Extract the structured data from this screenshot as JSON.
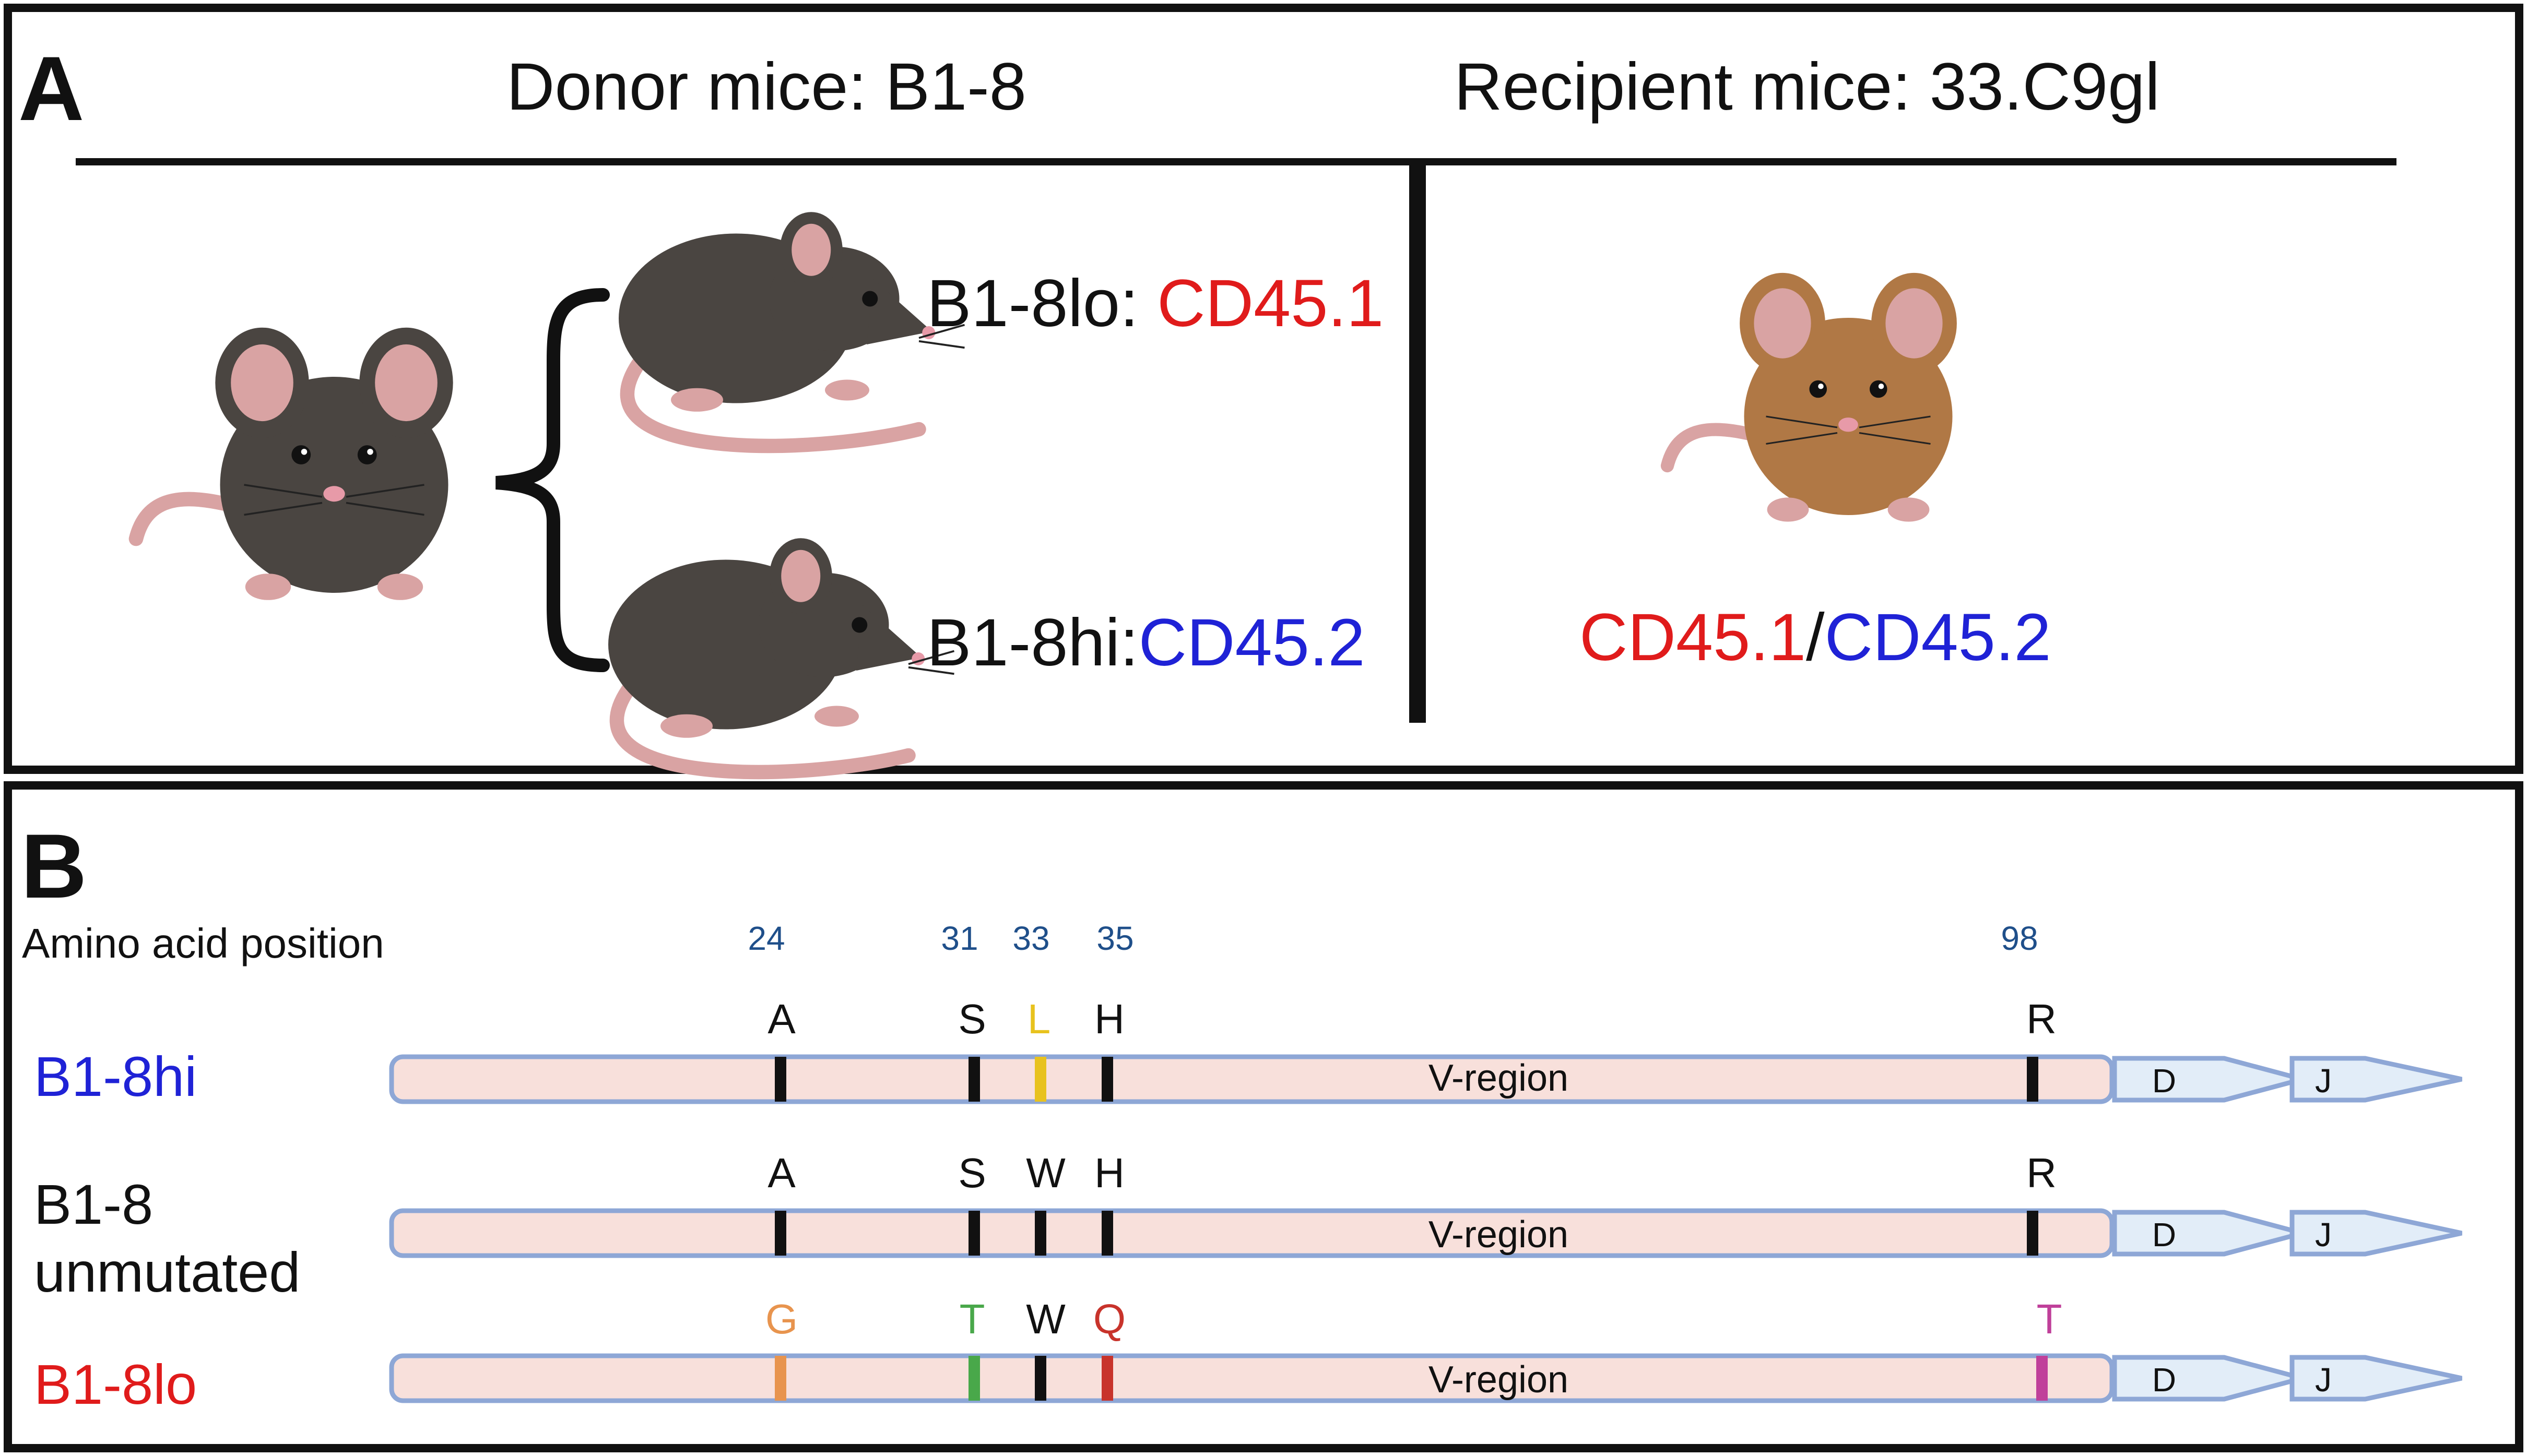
{
  "panel_a": {
    "label": "A",
    "donor_title": "Donor mice: B1-8",
    "recipient_title": "Recipient mice: 33.C9gl",
    "lo_prefix": "B1-8lo: ",
    "lo_marker": "CD45.1",
    "hi_prefix": "B1-8hi:",
    "hi_marker": "CD45.2",
    "recipient_marker_1": "CD45.1",
    "recipient_sep": "/",
    "recipient_marker_2": "CD45.2"
  },
  "panel_b": {
    "label": "B",
    "position_header": "Amino acid position",
    "positions": [
      "24",
      "31",
      "33",
      "35",
      "98"
    ],
    "rows": [
      {
        "name": "B1-8hi",
        "name_lines": [
          "B1-8hi"
        ],
        "name_color": "#1f22d6",
        "residues": [
          "A",
          "S",
          "L",
          "H",
          "R"
        ],
        "residue_colors": [
          "#111111",
          "#111111",
          "#e8c21e",
          "#111111",
          "#111111"
        ],
        "region_label": "V-region",
        "d_label": "D",
        "j_label": "J"
      },
      {
        "name": "B1-8 unmutated",
        "name_lines": [
          "B1-8",
          "unmutated"
        ],
        "name_color": "#111111",
        "residues": [
          "A",
          "S",
          "W",
          "H",
          "R"
        ],
        "residue_colors": [
          "#111111",
          "#111111",
          "#111111",
          "#111111",
          "#111111"
        ],
        "region_label": "V-region",
        "d_label": "D",
        "j_label": "J"
      },
      {
        "name": "B1-8lo",
        "name_lines": [
          "B1-8lo"
        ],
        "name_color": "#e01b1b",
        "residues": [
          "G",
          "T",
          "W",
          "Q",
          "T"
        ],
        "residue_colors": [
          "#e8944e",
          "#49a84a",
          "#111111",
          "#c8332b",
          "#c0409a"
        ],
        "region_label": "V-region",
        "d_label": "D",
        "j_label": "J"
      }
    ]
  },
  "colors": {
    "cd45_1": "#e01b1b",
    "cd45_2": "#1f22d6",
    "position_number": "#1f4f8a",
    "gene_fill": "#f8e0db",
    "gene_stroke": "#8ea7d6",
    "dj_fill": "#e2edf8",
    "donor_mouse": "#4a4541",
    "recipient_mouse": "#b07845",
    "ear_tail": "#d9a3a3"
  }
}
